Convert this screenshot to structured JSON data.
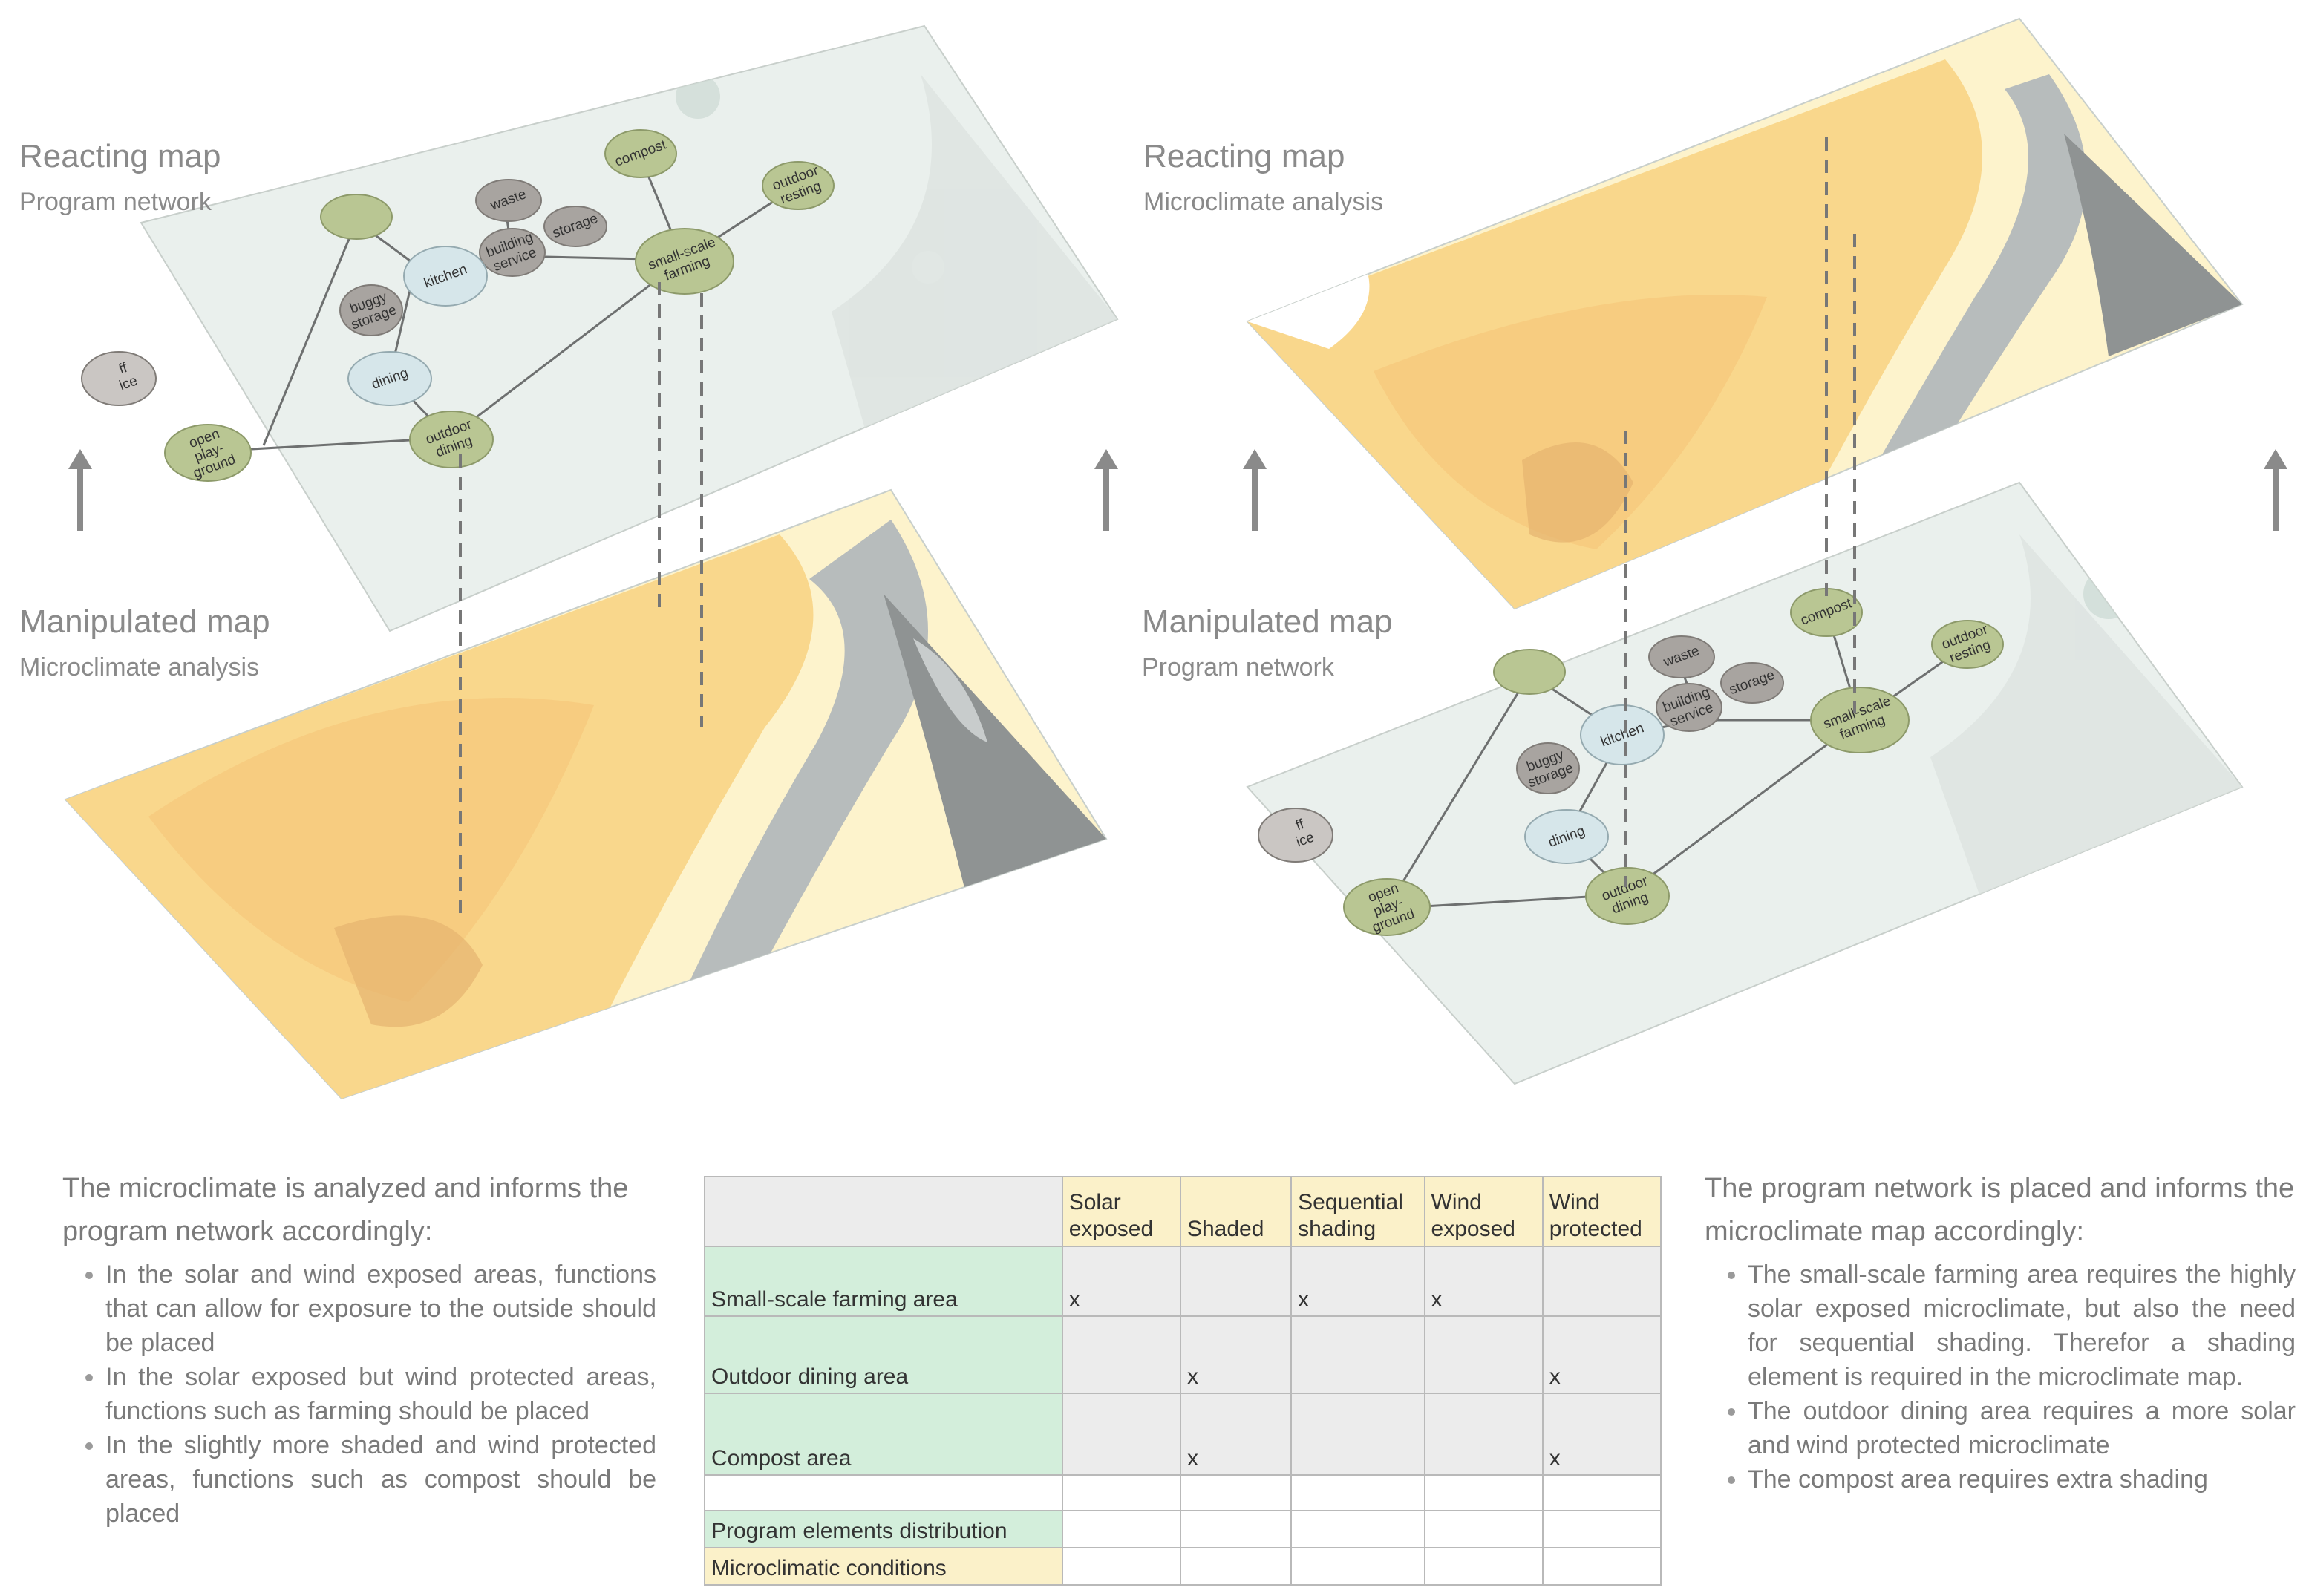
{
  "panels": {
    "left": {
      "top_title": "Reacting map",
      "top_subtitle": "Program network",
      "bottom_title": "Manipulated map",
      "bottom_subtitle": "Microclimate analysis"
    },
    "right": {
      "top_title": "Reacting map",
      "top_subtitle": "Microclimate analysis",
      "bottom_title": "Manipulated map",
      "bottom_subtitle": "Program network"
    }
  },
  "network_nodes": {
    "compost": "compost",
    "outdoor_resting": [
      "outdoor",
      "resting"
    ],
    "waste": "waste",
    "storage": "storage",
    "building_service": [
      "building",
      "service"
    ],
    "small_scale_farming": [
      "small-scale",
      "farming"
    ],
    "kitchen": "kitchen",
    "buggy_storage": [
      "buggy",
      "storage"
    ],
    "dining": "dining",
    "outdoor_dining": [
      "outdoor",
      "dining"
    ],
    "open_playground": [
      "open",
      "play-",
      "ground"
    ],
    "staff_service": [
      "ff",
      "ice"
    ]
  },
  "left_text": {
    "heading": "The microclimate is analyzed and informs the program network accordingly:",
    "bullets": [
      "In the solar and wind exposed areas, functions that can allow for exposure to the outside should be placed",
      "In the solar exposed but wind protected areas, functions such as farming should be placed",
      "In the slightly more shaded and wind protected areas, functions such as compost should be placed"
    ]
  },
  "right_text": {
    "heading": "The program network is placed and informs the microclimate map accordingly:",
    "bullets": [
      "The small-scale farming area requires the highly solar exposed microclimate, but also the need for sequential shading. Therefor a shading element is required in the microclimate map.",
      "The outdoor dining area requires a more solar and wind protected microclimate",
      "The compost area requires extra shading"
    ]
  },
  "table": {
    "columns": [
      "Solar exposed",
      "Shaded",
      "Sequential shading",
      "Wind exposed",
      "Wind protected"
    ],
    "rows": [
      {
        "label": "Small-scale farming area",
        "cells": [
          "x",
          "",
          "x",
          "x",
          ""
        ]
      },
      {
        "label": "Outdoor dining area",
        "cells": [
          "",
          "x",
          "",
          "",
          "x"
        ]
      },
      {
        "label": "Compost area",
        "cells": [
          "",
          "x",
          "",
          "",
          "x"
        ]
      }
    ],
    "legend": [
      "Program elements distribution",
      "Microclimatic conditions"
    ]
  },
  "colors": {
    "node_green": "#b9c693",
    "node_blue": "#d6e6ea",
    "node_gray": "#a8a4a0",
    "solar_yellow": "#fbe7a3",
    "solar_orange": "#f8c977",
    "map_pale": "#e9efec"
  }
}
